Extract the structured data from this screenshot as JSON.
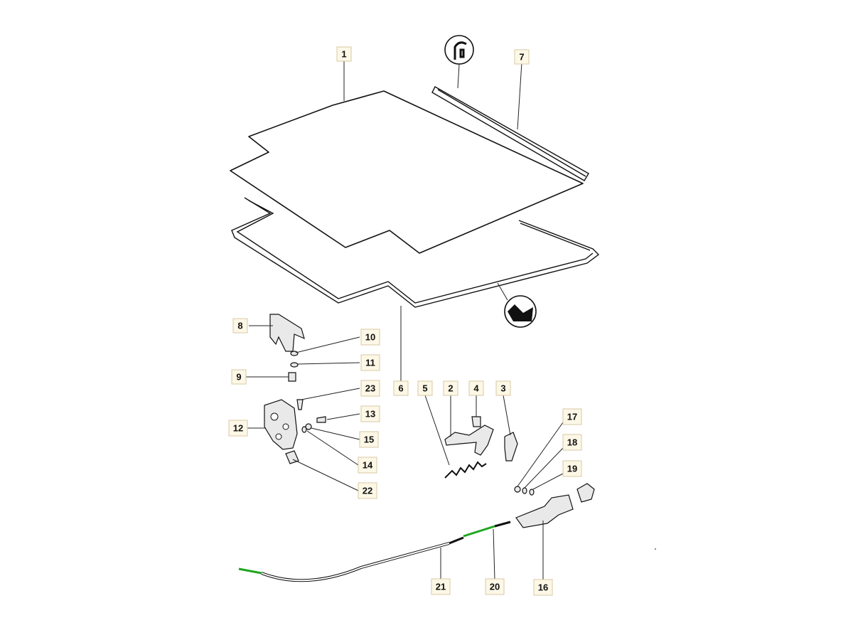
{
  "diagram": {
    "callouts": [
      "1",
      "7",
      "8",
      "10",
      "11",
      "9",
      "23",
      "13",
      "12",
      "15",
      "14",
      "22",
      "6",
      "5",
      "2",
      "4",
      "3",
      "17",
      "18",
      "19",
      "21",
      "20",
      "16"
    ]
  }
}
